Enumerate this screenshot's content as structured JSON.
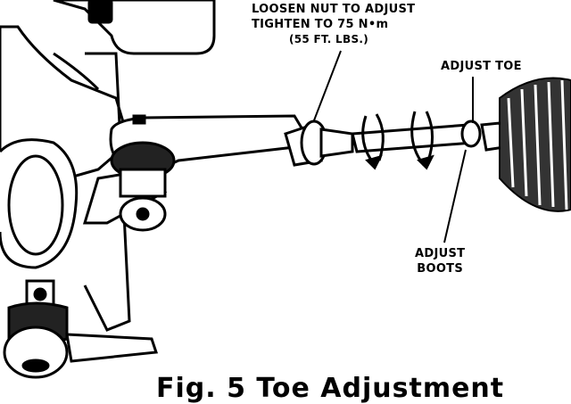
{
  "callouts": {
    "loosen": {
      "line1": "LOOSEN NUT TO ADJUST",
      "line2": "TIGHTEN TO 75 N•m",
      "line3": "(55 FT. LBS.)"
    },
    "adjust_toe": "ADJUST TOE",
    "adjust_boots": {
      "line1": "ADJUST",
      "line2": "BOOTS"
    }
  },
  "caption": "Fig. 5 Toe Adjustment",
  "colors": {
    "ink": "#000000",
    "paper": "#ffffff"
  }
}
